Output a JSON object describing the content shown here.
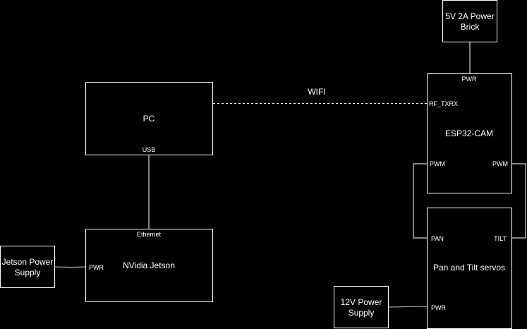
{
  "colors": {
    "background": "#000000",
    "stroke": "#ffffff",
    "text": "#ffffff"
  },
  "nodes": {
    "power_brick": {
      "line1": "5V 2A Power",
      "line2": "Brick"
    },
    "pc": {
      "label": "PC",
      "port_usb": "USB"
    },
    "esp32": {
      "label": "ESP32-CAM",
      "port_pwr": "PWR",
      "port_rf": "RF_TXRX",
      "port_pwm_left": "PWM",
      "port_pwm_right": "PWM"
    },
    "jetson": {
      "label": "NVidia Jetson",
      "port_ethernet": "Ethernet",
      "port_pwr": "PWR"
    },
    "jetson_psu": {
      "line1": "Jetson Power",
      "line2": "Supply"
    },
    "servos": {
      "label": "Pan and Tilt servos",
      "port_pan": "PAN",
      "port_tilt": "TILT",
      "port_pwr": "PWR"
    },
    "psu_12v": {
      "line1": "12V Power",
      "line2": "Supply"
    }
  },
  "edges": {
    "wifi_label": "WIFI"
  }
}
